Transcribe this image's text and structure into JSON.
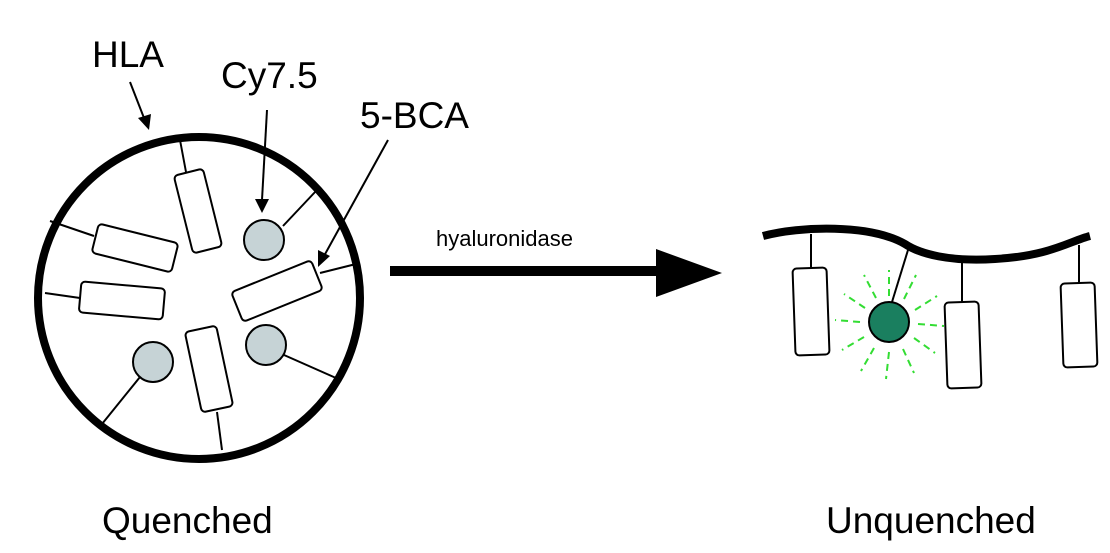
{
  "labels": {
    "hla": "HLA",
    "cy75": "Cy7.5",
    "bca": "5-BCA",
    "enzyme": "hyaluronidase",
    "quenched": "Quenched",
    "unquenched": "Unquenched"
  },
  "colors": {
    "stroke": "#000000",
    "quenched_dye": "#c6d3d6",
    "unquenched_dye": "#1a7f5f",
    "emission": "#33dd33",
    "background": "#ffffff"
  }
}
